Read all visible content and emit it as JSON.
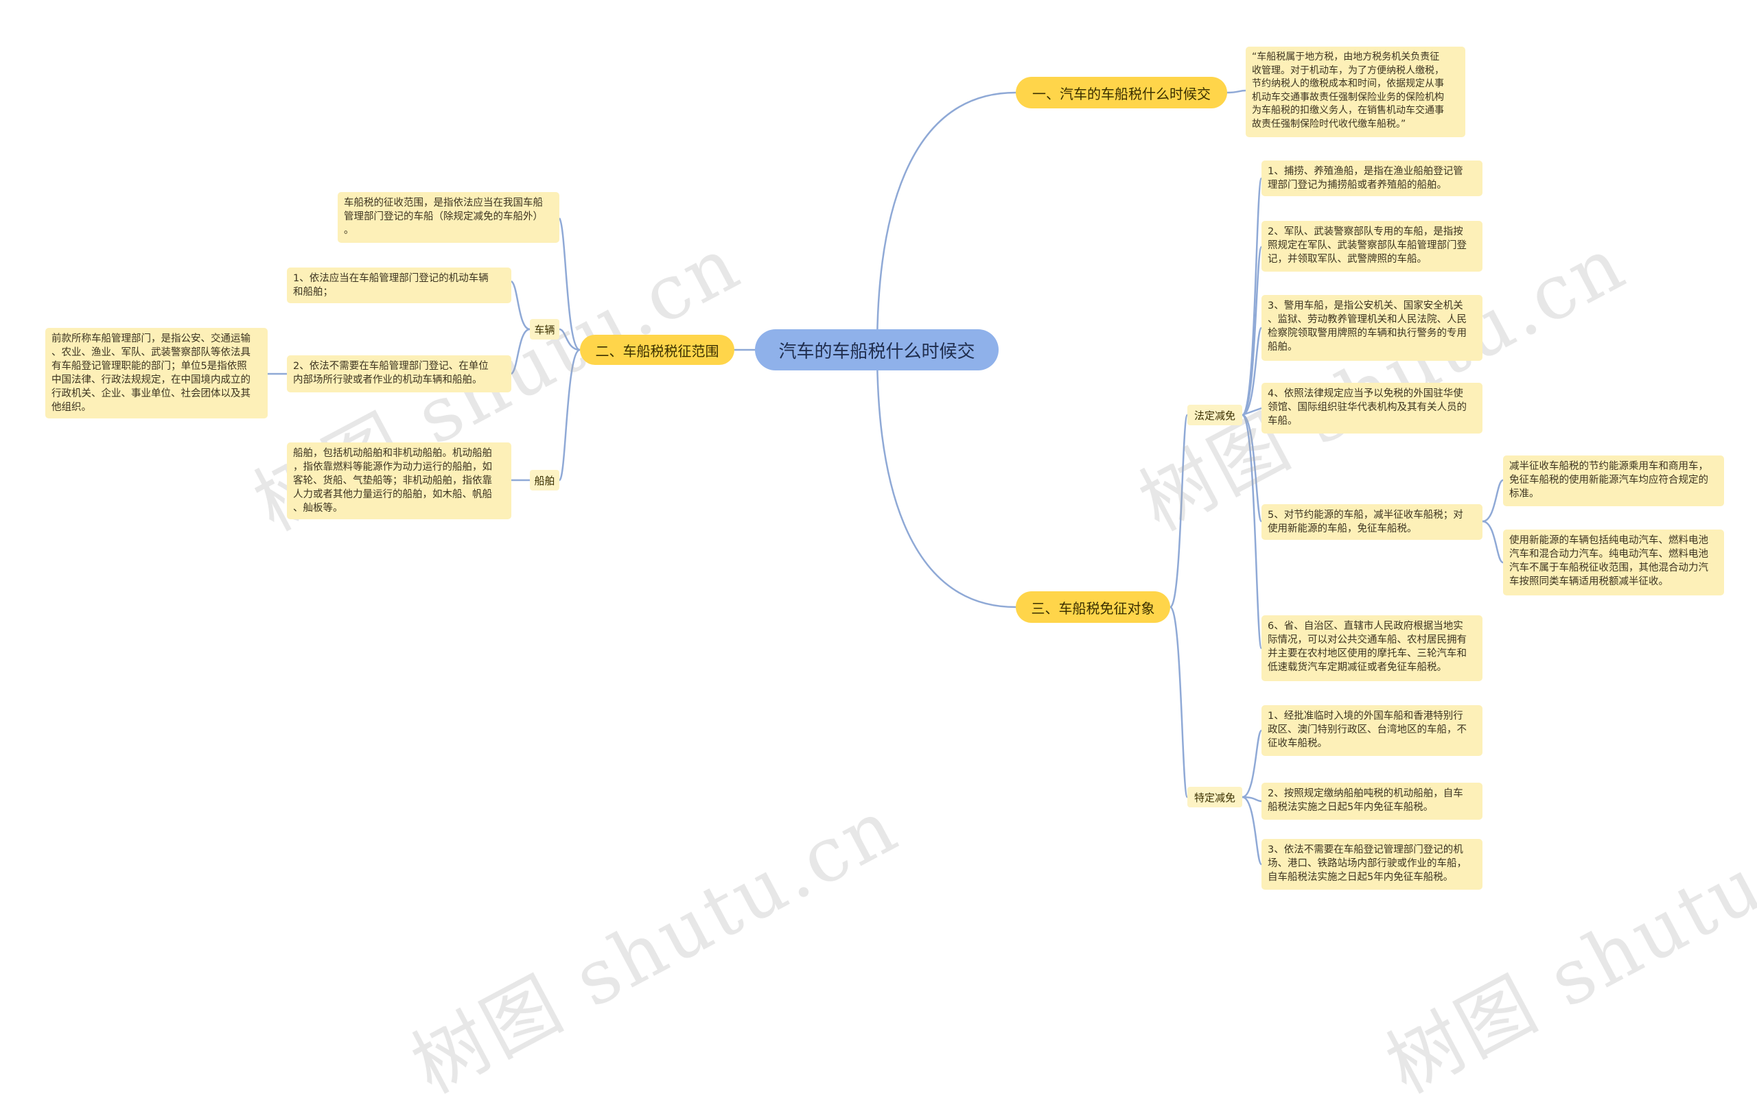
{
  "root": {
    "label": "汽车的车船税什么时候交"
  },
  "branches": {
    "b1": {
      "label": "一、汽车的车船税什么时候交",
      "leaf": "“车船税属于地方税，由地方税务机关负责征\n收管理。对于机动车，为了方便纳税人缴税，\n节约纳税人的缴税成本和时间，依据规定从事\n机动车交通事故责任强制保险业务的保险机构\n为车船税的扣缴义务人，在销售机动车交通事\n故责任强制保险时代收代缴车船税。”"
    },
    "b2": {
      "label": "二、车船税税征范围",
      "intro": "车船税的征收范围，是指依法应当在我国车船\n管理部门登记的车船（除规定减免的车船外）\n。",
      "cat_vehicle": "车辆",
      "vehicle_items": [
        "1、依法应当在车船管理部门登记的机动车辆\n和船舶；",
        "2、依法不需要在车船管理部门登记、在单位\n内部场所行驶或者作业的机动车辆和船舶。"
      ],
      "vehicle_note": "前款所称车船管理部门，是指公安、交通运输\n、农业、渔业、军队、武装警察部队等依法具\n有车船登记管理职能的部门；单位5是指依照\n中国法律、行政法规规定，在中国境内成立的\n行政机关、企业、事业单位、社会团体以及其\n他组织。",
      "cat_ship": "船舶",
      "ship_item": "船舶，包括机动船舶和非机动船舶。机动船舶\n，指依靠燃料等能源作为动力运行的船舶，如\n客轮、货船、气垫船等；非机动船舶，指依靠\n人力或者其他力量运行的船舶，如木船、帆船\n、舢板等。"
    },
    "b3": {
      "label": "三、车船税免征对象",
      "cat_legal": "法定减免",
      "legal_items": [
        "1、捕捞、养殖渔船，是指在渔业船舶登记管\n理部门登记为捕捞船或者养殖船的船舶。",
        "2、军队、武装警察部队专用的车船，是指按\n照规定在军队、武装警察部队车船管理部门登\n记，并领取军队、武警牌照的车船。",
        "3、警用车船，是指公安机关、国家安全机关\n、监狱、劳动教养管理机关和人民法院、人民\n检察院领取警用牌照的车辆和执行警务的专用\n船舶。",
        "4、依照法律规定应当予以免税的外国驻华使\n领馆、国际组织驻华代表机构及其有关人员的\n车船。",
        "5、对节约能源的车船，减半征收车船税；对\n使用新能源的车船，免征车船税。",
        "6、省、自治区、直辖市人民政府根据当地实\n际情况，可以对公共交通车船、农村居民拥有\n并主要在农村地区使用的摩托车、三轮汽车和\n低速载货汽车定期减征或者免征车船税。"
      ],
      "energy_items": [
        "减半征收车船税的节约能源乘用车和商用车，\n免征车船税的使用新能源汽车均应符合规定的\n标准。",
        "使用新能源的车辆包括纯电动汽车、燃料电池\n汽车和混合动力汽车。纯电动汽车、燃料电池\n汽车不属于车船税征收范围，其他混合动力汽\n车按照同类车辆适用税额减半征收。"
      ],
      "cat_special": "特定减免",
      "special_items": [
        "1、经批准临时入境的外国车船和香港特别行\n政区、澳门特别行政区、台湾地区的车船，不\n征收车船税。",
        "2、按照规定缴纳船舶吨税的机动船舶，自车\n船税法实施之日起5年内免征车船税。",
        "3、依法不需要在车船登记管理部门登记的机\n场、港口、铁路站场内部行驶或作业的车船，\n自车船税法实施之日起5年内免征车船税。"
      ]
    }
  },
  "watermarks": [
    "树图 shutu.cn",
    "树图 shutu.cn",
    "树图 shutu.cn",
    "树图 shutu.cn"
  ],
  "colors": {
    "root": "#8fb1ea",
    "branch": "#ffd54a",
    "leaf": "#fdf0b8",
    "line": "#8fa9d6"
  }
}
